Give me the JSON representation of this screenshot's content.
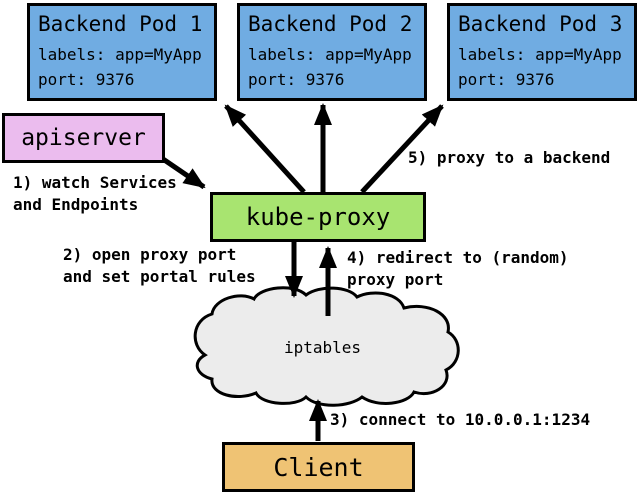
{
  "pods": [
    {
      "title": "Backend Pod 1",
      "labels": "labels: app=MyApp",
      "port": "port: 9376"
    },
    {
      "title": "Backend Pod 2",
      "labels": "labels: app=MyApp",
      "port": "port: 9376"
    },
    {
      "title": "Backend Pod 3",
      "labels": "labels: app=MyApp",
      "port": "port: 9376"
    }
  ],
  "apiserver": {
    "label": "apiserver"
  },
  "kube_proxy": {
    "label": "kube-proxy"
  },
  "iptables": {
    "label": "iptables"
  },
  "client": {
    "label": "Client"
  },
  "annotations": {
    "step1": "1) watch Services\nand Endpoints",
    "step2": "2) open proxy port\nand set portal rules",
    "step3": "3) connect to 10.0.0.1:1234",
    "step4": "4) redirect to (random)\nproxy port",
    "step5": "5) proxy to a backend"
  },
  "colors": {
    "pod_fill": "#70ACE2",
    "apiserver_fill": "#EBBCEE",
    "kube_proxy_fill": "#A8E470",
    "client_fill": "#EFC374",
    "cloud_fill": "#ECECEC",
    "line": "#000000"
  }
}
